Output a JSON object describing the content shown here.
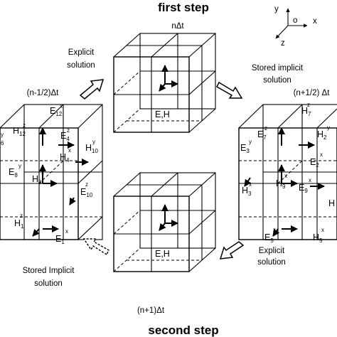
{
  "titles": {
    "first_step": "first step",
    "second_step": "second step"
  },
  "times": {
    "n": "nΔt",
    "n_minus_half": "(n-1/2)Δt",
    "n_plus_half": "(n+1/2) Δt",
    "n_plus_one": "(n+1)Δt"
  },
  "axes": {
    "y": "y",
    "origin": "o",
    "x": "x",
    "z": "z"
  },
  "captions": {
    "explicit_top_1": "Explicit",
    "explicit_top_2": "solution",
    "stored_top_1": "Stored implicit",
    "stored_top_2": "solution",
    "explicit_bottom_1": "Explicit",
    "explicit_bottom_2": "solution",
    "stored_bottom_1": "Stored Implicit",
    "stored_bottom_2": "solution"
  },
  "center_label": "E,H",
  "left_labels": {
    "e12": {
      "base": "E",
      "sub": "12",
      "sup": "x"
    },
    "h12": {
      "base": "H",
      "sub": "12",
      "sup": "z"
    },
    "e4": {
      "base": "E",
      "sub": "4",
      "sup": "z"
    },
    "h10": {
      "base": "H",
      "sub": "10",
      "sup": "y"
    },
    "h4": {
      "base": "H",
      "sub": "4",
      "sup": "x"
    },
    "e8": {
      "base": "E",
      "sub": "8",
      "sup": "y"
    },
    "h8": {
      "base": "H",
      "sub": "8",
      "sup": "x"
    },
    "e10": {
      "base": "E",
      "sub": "10",
      "sup": "z"
    },
    "h1": {
      "base": "H",
      "sub": "1",
      "sup": "z"
    },
    "e1": {
      "base": "E",
      "sub": "1",
      "sup": "x"
    },
    "edge6": {
      "base": "",
      "sub": "6",
      "sup": "y"
    }
  },
  "right_labels": {
    "h7": {
      "base": "H",
      "sub": "7",
      "sup": "z"
    },
    "e7": {
      "base": "E",
      "sub": "7",
      "sup": "z"
    },
    "h2": {
      "base": "H",
      "sub": "2",
      "sup": "y"
    },
    "e3": {
      "base": "E",
      "sub": "3",
      "sup": "y"
    },
    "e2": {
      "base": "E",
      "sub": "2",
      "sup": "x"
    },
    "h9": {
      "base": "H",
      "sub": "9",
      "sup": "x"
    },
    "e9": {
      "base": "E",
      "sub": "9",
      "sup": "x"
    },
    "h3": {
      "base": "H",
      "sub": "3",
      "sup": "x"
    },
    "e5": {
      "base": "E",
      "sub": "5",
      "sup": "z"
    },
    "h5": {
      "base": "H",
      "sub": "5",
      "sup": "x"
    },
    "edgeH": {
      "base": "H",
      "sub": "",
      "sup": ""
    }
  }
}
